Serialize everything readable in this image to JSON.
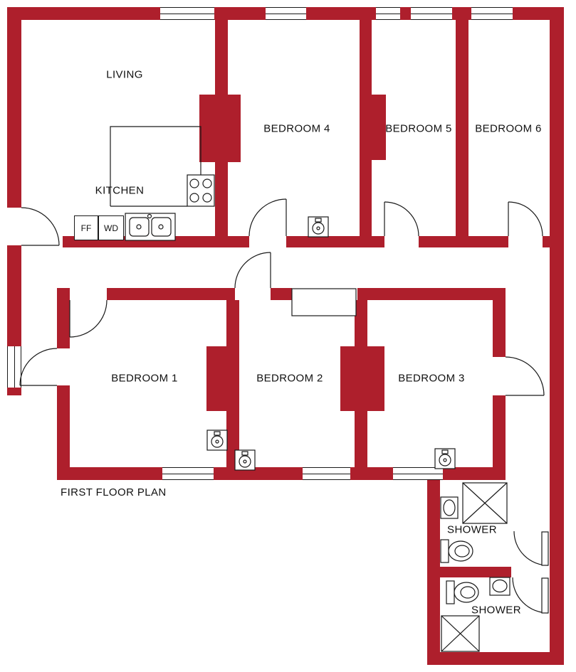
{
  "plan": {
    "title": "FIRST FLOOR PLAN"
  },
  "rooms": {
    "living": "LIVING",
    "kitchen": "KITCHEN",
    "bedroom1": "BEDROOM 1",
    "bedroom2": "BEDROOM 2",
    "bedroom3": "BEDROOM 3",
    "bedroom4": "BEDROOM 4",
    "bedroom5": "BEDROOM 5",
    "bedroom6": "BEDROOM 6",
    "shower1": "SHOWER",
    "shower2": "SHOWER"
  },
  "appliances": {
    "fridge_freezer": "FF",
    "washer_dryer": "WD"
  },
  "colors": {
    "wall": "#AE1F2C",
    "line": "#1a1a1a",
    "background": "#ffffff",
    "text": "#111111"
  },
  "icons": {
    "door-swing": "quarter-arc",
    "window": "double-parallel-lines",
    "hob": "square-with-four-burner-circles",
    "kitchen-sink": "double-basin-with-taps",
    "wash-basin": "square-with-bowl-circle",
    "toilet": "cistern-with-oval-bowl",
    "shower-tray": "square-with-diagonal-cross"
  }
}
